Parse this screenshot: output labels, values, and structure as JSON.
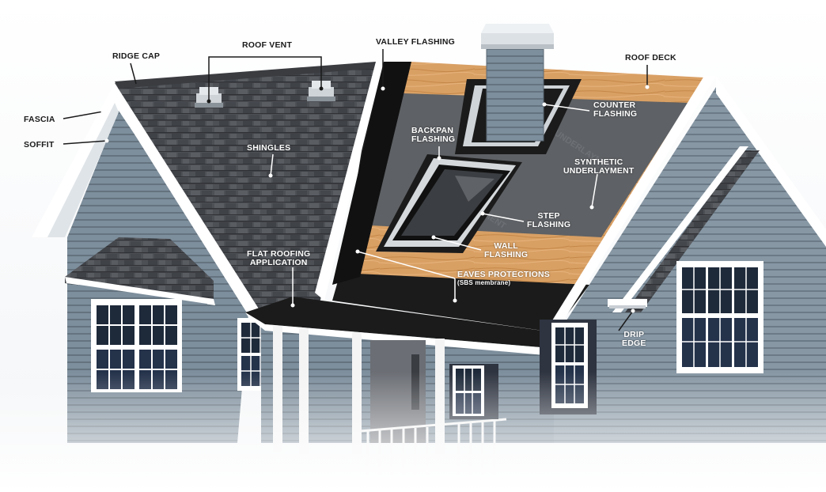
{
  "labels": {
    "ridge_cap": "RIDGE CAP",
    "roof_vent": "ROOF VENT",
    "valley_flashing": "VALLEY FLASHING",
    "roof_deck": "ROOF DECK",
    "fascia": "FASCIA",
    "soffit": "SOFFIT",
    "shingles": "SHINGLES",
    "counter_flashing_1": "COUNTER",
    "counter_flashing_2": "FLASHING",
    "backpan_flashing_1": "BACKPAN",
    "backpan_flashing_2": "FLASHING",
    "synthetic_underlayment_1": "SYNTHETIC",
    "synthetic_underlayment_2": "UNDERLAYMENT",
    "step_flashing_1": "STEP",
    "step_flashing_2": "FLASHING",
    "wall_flashing_1": "WALL",
    "wall_flashing_2": "FLASHING",
    "flat_roofing_1": "FLAT ROOFING",
    "flat_roofing_2": "APPLICATION",
    "eaves_protections": "EAVES PROTECTIONS",
    "eaves_sub": "(SBS membrane)",
    "drip_edge_1": "DRIP",
    "drip_edge_2": "EDGE"
  },
  "watermark": "UNDERLAYMENT",
  "colors": {
    "siding": "#7d8e9c",
    "shingle": "#4a4d52",
    "deck": "#d9a064",
    "underlayment": "#5e6165",
    "membrane": "#1b1b1b",
    "trim": "#ffffff"
  }
}
